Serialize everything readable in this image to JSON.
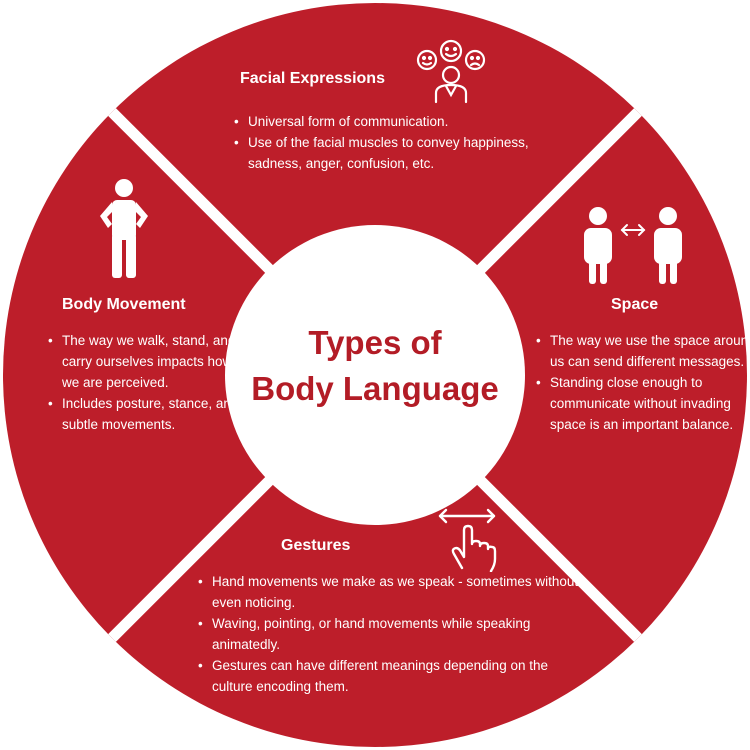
{
  "center": {
    "line1": "Types of",
    "line2": "Body Language"
  },
  "colors": {
    "segment": "#bd1e2a",
    "divider": "#ffffff",
    "center_text": "#b31c26",
    "text": "#ffffff"
  },
  "sections": {
    "facial": {
      "title": "Facial Expressions",
      "icon": "faces-icon",
      "points": [
        "Universal form of communication.",
        "Use of the facial muscles to convey happiness, sadness, anger, confusion, etc."
      ]
    },
    "space": {
      "title": "Space",
      "icon": "personal-space-icon",
      "points": [
        "The way we use the space around us can send different messages.",
        "Standing close enough to communicate without invading space is an important balance."
      ]
    },
    "gestures": {
      "title": "Gestures",
      "icon": "swipe-hand-icon",
      "points": [
        "Hand movements we make as we speak - sometimes without even noticing.",
        "Waving, pointing, or hand movements while speaking animatedly.",
        "Gestures can have different meanings depending on the culture encoding them."
      ]
    },
    "body": {
      "title": "Body Movement",
      "icon": "standing-person-icon",
      "points": [
        "The way we walk, stand, and carry ourselves impacts how we are perceived.",
        "Includes posture, stance, and subtle movements."
      ]
    }
  }
}
